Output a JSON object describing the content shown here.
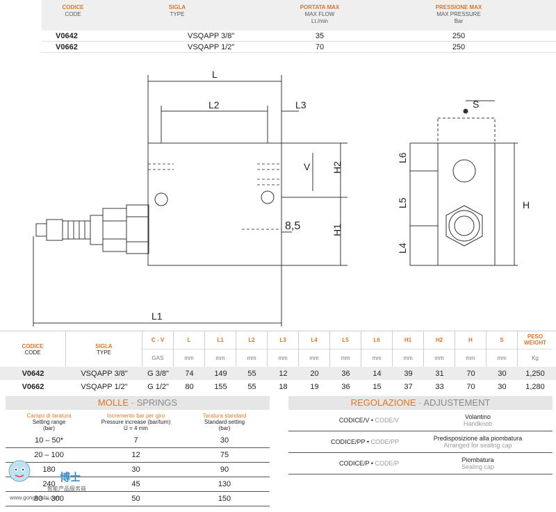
{
  "top_table": {
    "headers": {
      "code_it": "CODICE",
      "code_en": "CODE",
      "type_it": "SIGLA",
      "type_en": "TYPE",
      "flow_it": "PORTATA MAX",
      "flow_en": "MAX FLOW",
      "flow_unit": "Lt./min",
      "press_it": "PRESSIONE MAX",
      "press_en": "MAX PRESSURE",
      "press_unit": "Bar"
    },
    "rows": [
      {
        "code": "V0642",
        "type": "VSQAPP  3/8\"",
        "flow": "35",
        "pressure": "250"
      },
      {
        "code": "V0662",
        "type": "VSQAPP  1/2\"",
        "flow": "70",
        "pressure": "250"
      }
    ]
  },
  "drawing": {
    "labels": {
      "L": "L",
      "L1": "L1",
      "L2": "L2",
      "L3": "L3",
      "V": "V",
      "H1": "H1",
      "H2": "H2",
      "d85": "8,5",
      "S": "S",
      "L4": "L4",
      "L5": "L5",
      "L6": "L6",
      "H": "H"
    }
  },
  "spec_table": {
    "headers": {
      "code_it": "CODICE",
      "code_en": "CODE",
      "type_it": "SIGLA",
      "type_en": "TYPE",
      "cols": [
        "C - V",
        "L",
        "L1",
        "L2",
        "L3",
        "L4",
        "L5",
        "L6",
        "H1",
        "H2",
        "H",
        "S"
      ],
      "units": [
        "GAS",
        "mm",
        "mm",
        "mm",
        "mm",
        "mm",
        "mm",
        "mm",
        "mm",
        "mm",
        "mm",
        "mm"
      ],
      "weight_it": "PESO",
      "weight_en": "WEIGHT",
      "weight_unit": "Kg"
    },
    "rows": [
      {
        "code": "V0642",
        "type": "VSQAPP 3/8\"",
        "vals": [
          "G 3/8\"",
          "74",
          "149",
          "55",
          "12",
          "20",
          "36",
          "14",
          "39",
          "31",
          "70",
          "30"
        ],
        "weight": "1,250"
      },
      {
        "code": "V0662",
        "type": "VSQAPP 1/2\"",
        "vals": [
          "G 1/2\"",
          "80",
          "155",
          "55",
          "18",
          "19",
          "36",
          "15",
          "37",
          "33",
          "70",
          "30"
        ],
        "weight": "1,280"
      }
    ]
  },
  "springs": {
    "title_it": "MOLLE",
    "title_en": "SPRINGS",
    "h1_it": "Campo di taratura",
    "h1_en": "Setting range",
    "h1_unit": "(bar)",
    "h2_it": "Incremento bar per giro",
    "h2_en": "Pressure increase (bar/turn)",
    "h2_unit": "Ù = 4 mm",
    "h3_it": "Taratura standard",
    "h3_en": "Standard setting",
    "h3_unit": "(bar)",
    "rows": [
      {
        "range": "10 – 50*",
        "inc": "7",
        "std": "30"
      },
      {
        "range": "20 – 100",
        "inc": "12",
        "std": "75"
      },
      {
        "range": "180",
        "inc": "30",
        "std": "90"
      },
      {
        "range": "240",
        "inc": "45",
        "std": "130"
      },
      {
        "range": "80 – 300",
        "inc": "50",
        "std": "150"
      }
    ]
  },
  "adjustment": {
    "title_it": "REGOLAZIONE",
    "title_en": "ADJUSTEMENT",
    "rows": [
      {
        "code_it": "CODICE/V",
        "code_en": "CODE/V",
        "desc_it": "Volantino",
        "desc_en": "Handknob"
      },
      {
        "code_it": "CODICE/PP",
        "code_en": "CODE/PP",
        "desc_it": "Predisposizione alla piombatura",
        "desc_en": "Arranged for sealing cap"
      },
      {
        "code_it": "CODICE/P",
        "code_en": "CODE/P",
        "desc_it": "Piombatura",
        "desc_en": "Sealing cap"
      }
    ]
  },
  "watermark": {
    "brand": "博士",
    "sub": "智能产品服务商",
    "url": "www.gongboshi.com"
  }
}
